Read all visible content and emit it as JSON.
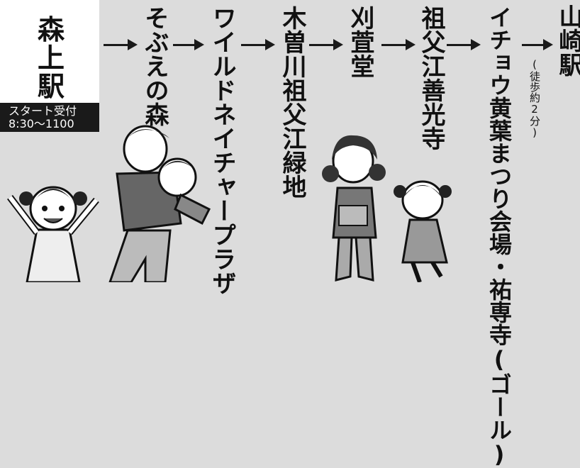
{
  "start": {
    "name": "森上駅",
    "note_line1": "スタート受付",
    "note_line2": "8:30〜1100"
  },
  "stops": [
    {
      "label": "そぶえの森"
    },
    {
      "label": "ワイルドネイチャープラザ"
    },
    {
      "label": "木曽川祖父江緑地"
    },
    {
      "label": "刈萓堂"
    },
    {
      "label": "祖父江善光寺"
    },
    {
      "label": "イチョウ黄葉まつり会場・祐専寺(ゴール)"
    },
    {
      "label": "山崎駅"
    }
  ],
  "walk_note": "(徒歩約2分)",
  "colors": {
    "background": "#dcdcdc",
    "start_box": "#ffffff",
    "note_bar": "#1a1a1a",
    "arrow": "#1a1a1a"
  },
  "illustrations": [
    "girl-waving",
    "boy-carrying-boy",
    "woman-with-basket",
    "girl-dancing"
  ]
}
